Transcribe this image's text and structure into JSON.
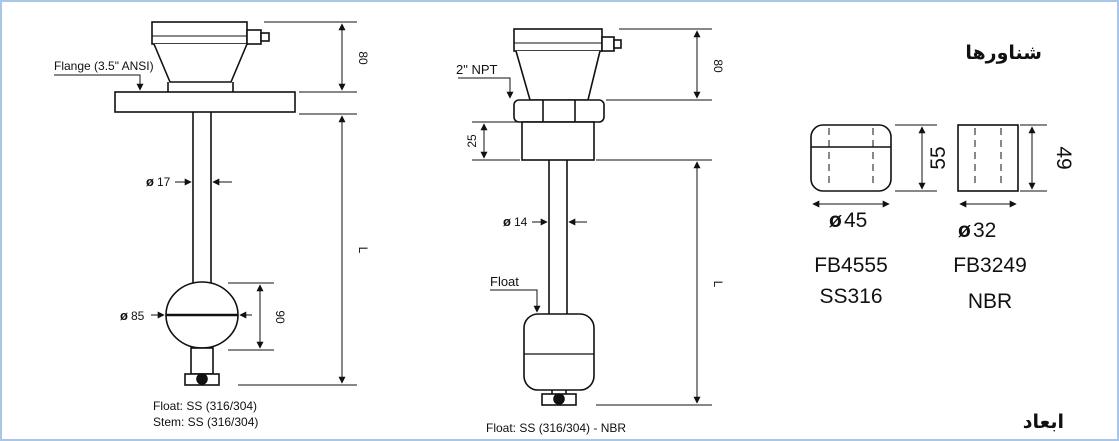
{
  "left_drawing": {
    "flange_label": "Flange (3.5\" ANSI)",
    "dim_head": "80",
    "dim_length": "L",
    "stem_dia_symbol": "ø",
    "stem_dia": "17",
    "float_dia_symbol": "ø",
    "float_dia": "85",
    "float_height": "90",
    "caption_float": "Float: SS (316/304)",
    "caption_stem": "Stem: SS (316/304)"
  },
  "middle_drawing": {
    "thread_label": "2\" NPT",
    "dim_head": "80",
    "dim_thread": "25",
    "dim_length": "L",
    "stem_dia_symbol": "ø",
    "stem_dia": "14",
    "float_label": "Float",
    "caption": "Float: SS (316/304) - NBR"
  },
  "floats_panel": {
    "title": "شناورها",
    "float_a": {
      "height": "55",
      "dia_symbol": "ø",
      "dia": "45",
      "model": "FB4555",
      "material": "SS316"
    },
    "float_b": {
      "height": "49",
      "dia_symbol": "ø",
      "dia": "32",
      "model": "FB3249",
      "material": "NBR"
    }
  },
  "footer_title": "ابعاد"
}
